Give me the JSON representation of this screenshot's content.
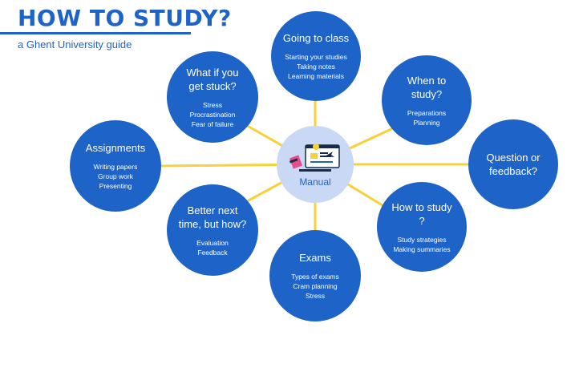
{
  "header": {
    "title": "HOW TO STUDY?",
    "subtitle": "a Ghent University guide"
  },
  "colors": {
    "primary": "#1e64c8",
    "connector": "#f6d13a",
    "center_fill": "#c9d8f4"
  },
  "center": {
    "label": "Manual",
    "icon": "manual-illustration-icon"
  },
  "topics": [
    {
      "id": "going-to-class",
      "title": "Going to class",
      "items": [
        "Starting your studies",
        "Taking notes",
        "Learning materials"
      ]
    },
    {
      "id": "when-to-study",
      "title": "When to study?",
      "items": [
        "Preparations",
        "Planning"
      ]
    },
    {
      "id": "question-or-feedback",
      "title": "Question or feedback?",
      "items": []
    },
    {
      "id": "how-to-study",
      "title": "How to study ?",
      "items": [
        "Study strategies",
        "Making summaries"
      ]
    },
    {
      "id": "exams",
      "title": "Exams",
      "items": [
        "Types of exams",
        "Cram planning",
        "Stress"
      ]
    },
    {
      "id": "better-next-time",
      "title": "Better next time, but how?",
      "items": [
        "Evaluation",
        "Feedback"
      ]
    },
    {
      "id": "assignments",
      "title": "Assignments",
      "items": [
        "Writing papers",
        "Group work",
        "Presenting"
      ]
    },
    {
      "id": "what-if-stuck",
      "title": "What if you get stuck?",
      "items": [
        "Stress",
        "Procrastination",
        "Fear of failure"
      ]
    }
  ]
}
